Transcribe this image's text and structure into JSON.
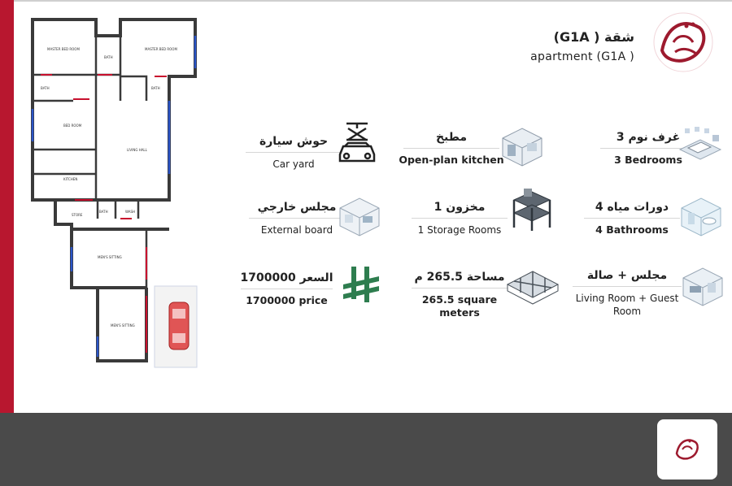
{
  "header": {
    "title_ar": "شقة ( G1A)",
    "title_en": "apartment (G1A )"
  },
  "features": {
    "bedrooms": {
      "ar": "غرف نوم  3",
      "en": "3 Bedrooms",
      "icon": "bedroom-icon"
    },
    "kitchen": {
      "ar": "مطبخ",
      "en": "Open-plan kitchen",
      "icon": "kitchen-icon"
    },
    "car_yard": {
      "ar": "حوش سيارة",
      "en": "Car yard",
      "icon": "car-lift-icon"
    },
    "bathrooms": {
      "ar": "دورات مياه 4",
      "en": "4 Bathrooms",
      "icon": "bathroom-icon"
    },
    "storage": {
      "ar": "مخزون 1",
      "en": "1 Storage Rooms",
      "icon": "storage-shelf-icon"
    },
    "external_board": {
      "ar": "مجلس خارجي",
      "en": "External board",
      "icon": "external-room-icon"
    },
    "living": {
      "ar": "مجلس + صالة",
      "en": "Living Room + Guest Room",
      "icon": "living-room-icon"
    },
    "area": {
      "ar": "مساحة  265.5  م",
      "en": "265.5  square meters",
      "icon": "floor-plan-icon"
    },
    "price": {
      "ar": "السعر   1700000",
      "en": "1700000  price",
      "icon": "riyal-icon"
    }
  },
  "floor_plan": {
    "rooms": {
      "master1": "MASTER BED ROOM",
      "master2": "MASTER BED ROOM",
      "bath1": "BATH",
      "bath2": "BATH",
      "bath3": "BATH",
      "bedroom": "BED ROOM",
      "living_hall": "LIVING HALL",
      "kitchen": "KITCHEN",
      "store": "STORE",
      "bath4": "BATH",
      "wash": "WASH",
      "mens_sitting1": "MEN'S SITTING",
      "mens_sitting2": "MEN'S SITTING"
    }
  },
  "colors": {
    "brand_red": "#b8172f",
    "footer": "#4a4a4a",
    "riyal_green": "#2e7d4f"
  }
}
